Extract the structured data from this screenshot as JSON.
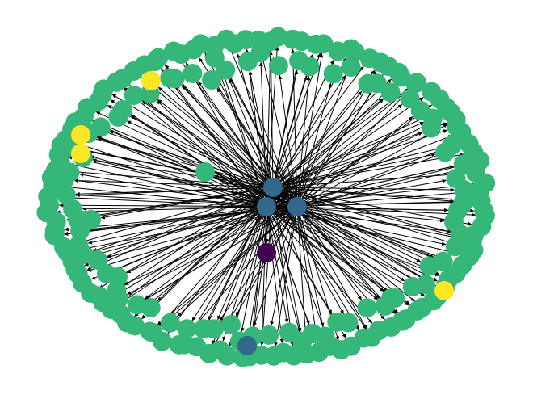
{
  "graph": {
    "type": "directed-network",
    "colors": {
      "hub": "#31688e",
      "peripheral": "#35b779",
      "accent": "#fde725",
      "special": "#440154",
      "edge": "#000000",
      "background": "#ffffff"
    },
    "hub_count": 4,
    "special_node_count": 1,
    "accent_node_count": 4,
    "peripheral_node_count": 190
  }
}
